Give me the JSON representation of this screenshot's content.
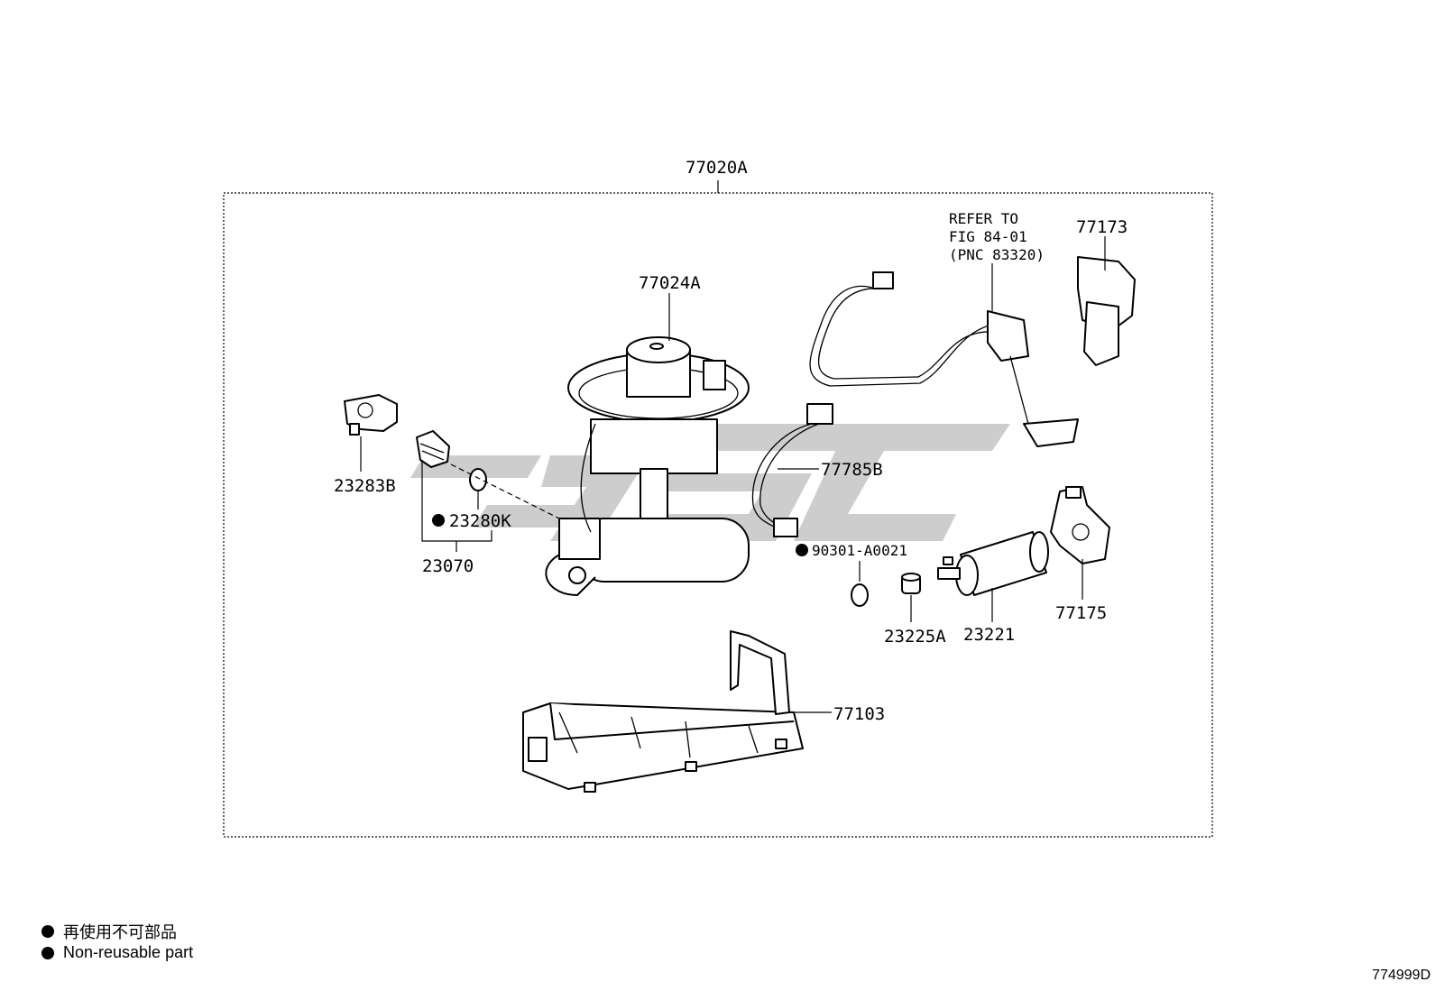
{
  "labels": {
    "assembly": "77020A",
    "p77024A": "77024A",
    "p23283B": "23283B",
    "p23280K": "23280K",
    "p23070": "23070",
    "p77785B": "77785B",
    "p90301": "90301-A0021",
    "p23225A": "23225A",
    "p23221": "23221",
    "p77175": "77175",
    "p77173": "77173",
    "p77103": "77103",
    "refer_line1": "REFER TO",
    "refer_line2": "FIG 84-01",
    "refer_line3": "(PNC 83320)"
  },
  "legend": {
    "item1": "再使用不可部品",
    "item2": "Non-reusable part"
  },
  "figure_code": "774999D",
  "watermark": "ESAC"
}
